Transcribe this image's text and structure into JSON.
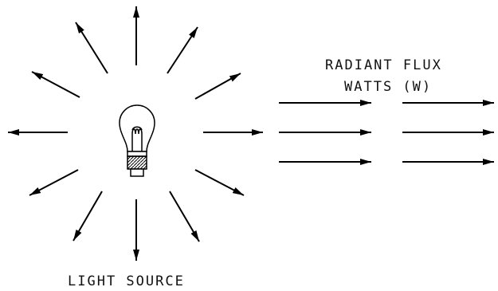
{
  "labels": {
    "radiant_flux": "RADIANT FLUX",
    "watts": "WATTS (W)",
    "light_source": "LIGHT SOURCE"
  },
  "colors": {
    "ink": "#000000",
    "background": "#ffffff"
  },
  "icons": {
    "bulb": "light-bulb-icon"
  }
}
